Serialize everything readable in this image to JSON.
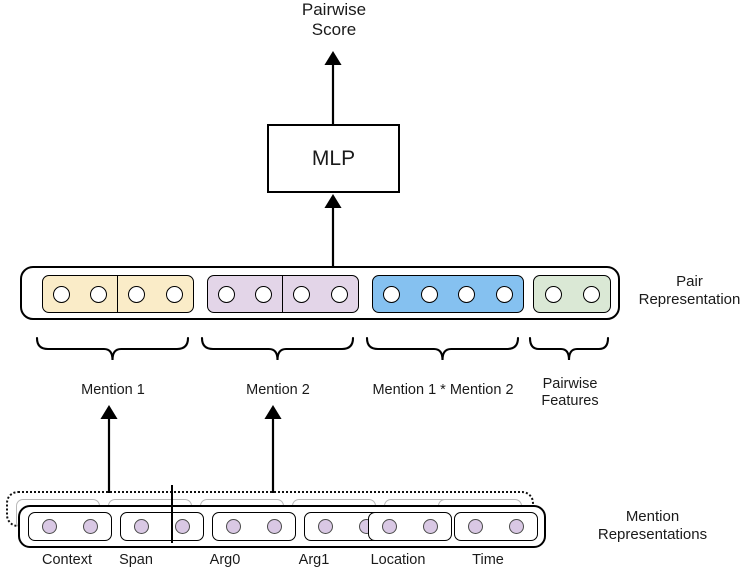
{
  "diagram": {
    "title_label": "Pairwise\nScore",
    "model_box": {
      "label": "MLP"
    },
    "pair_representation": {
      "caption": "Pair\nRepresentation",
      "segments": [
        {
          "name": "mention-1",
          "color": "#faecc8",
          "groups": [
            2,
            2
          ],
          "brace_label": "Mention 1"
        },
        {
          "name": "mention-2",
          "color": "#e3d5e8",
          "groups": [
            2,
            2
          ],
          "brace_label": "Mention 2"
        },
        {
          "name": "mention-product",
          "color": "#85c1f0",
          "groups": [
            4
          ],
          "brace_label": "Mention 1 * Mention 2"
        },
        {
          "name": "pairwise-features",
          "color": "#dae8d5",
          "groups": [
            2
          ],
          "brace_label": "Pairwise\nFeatures"
        }
      ]
    },
    "mention_representations": {
      "caption": "Mention\nRepresentations",
      "node_color": "#d9c8e4",
      "cells": [
        {
          "label": "Context",
          "nodes": 2
        },
        {
          "label": "Span",
          "nodes": 2
        },
        {
          "label": "Arg0",
          "nodes": 2
        },
        {
          "label": "Arg1",
          "nodes": 2
        },
        {
          "label": "Location",
          "nodes": 2
        },
        {
          "label": "Time",
          "nodes": 2
        }
      ]
    },
    "arrows": [
      {
        "name": "arrow-to-pairwise-score",
        "from": "mlp-box",
        "to": "pairwise-score-label"
      },
      {
        "name": "arrow-to-mlp",
        "from": "pair-representation",
        "to": "mlp-box"
      },
      {
        "name": "arrow-mention1",
        "from": "mention-representations",
        "to": "mention-1-brace"
      },
      {
        "name": "arrow-mention2",
        "from": "mention-representations",
        "to": "mention-2-brace"
      }
    ]
  }
}
